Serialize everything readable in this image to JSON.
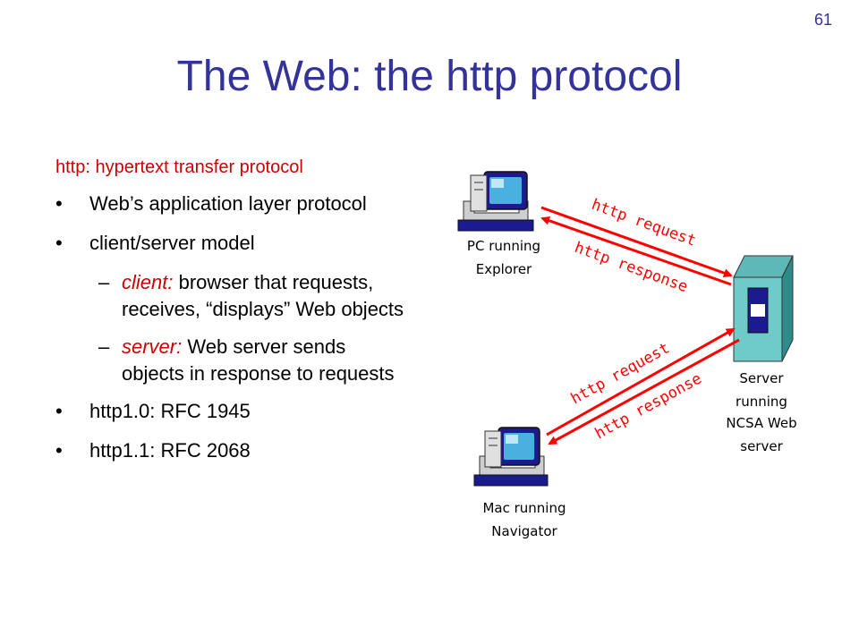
{
  "slide_number": "61",
  "title": "The Web: the http protocol",
  "intro": "http: hypertext transfer protocol",
  "bullets": [
    {
      "text": "Web’s application layer protocol"
    },
    {
      "text": "client/server model"
    },
    {
      "text": "http1.0: RFC 1945"
    },
    {
      "text": "http1.1: RFC 2068"
    }
  ],
  "sub_bullets": [
    {
      "lead": "client:",
      "text": " browser that requests, receives, “displays” Web objects"
    },
    {
      "lead": "server:",
      "text": " Web server sends objects in response to requests"
    }
  ],
  "diagram": {
    "pc_label": [
      "PC running",
      "Explorer"
    ],
    "mac_label": [
      "Mac running",
      "Navigator"
    ],
    "server_label": [
      "Server",
      "running",
      "NCSA Web",
      "server"
    ],
    "top_request": "http request",
    "top_response": "http response",
    "bottom_request": "http request",
    "bottom_response": "http response"
  },
  "colors": {
    "title": "#333399",
    "accent": "#cc0000",
    "arrow": "#ff0000"
  }
}
